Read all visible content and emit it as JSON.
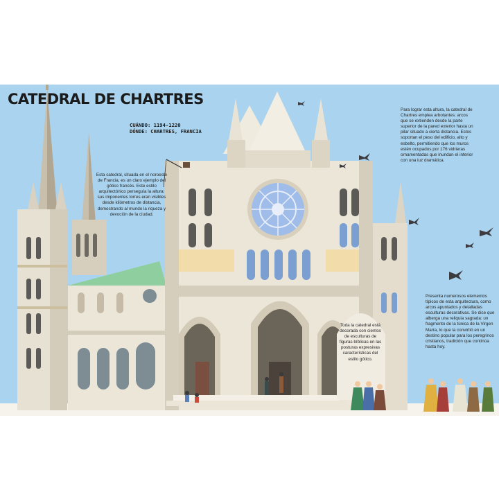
{
  "page": {
    "title": "CATEDRAL DE CHARTRES",
    "when_label": "CUÁNDO: 1194-1220",
    "where_label": "DÓNDE: CHARTRES, FRANCIA",
    "paragraphs": {
      "intro": "Esta catedral, situada en el noroeste de Francia, es un claro ejemplo del gótico francés. Este estilo arquitectónico perseguía la altura: sus imponentes torres eran visibles desde kilómetros de distancia, demostrando al mundo la riqueza y devoción de la ciudad.",
      "height": "Para lograr esta altura, la catedral de Chartres emplea arbotantes: arcos que se extienden desde la parte superior de la pared exterior hasta un pilar situado a cierta distancia. Estos soportan el peso del edificio, alto y esbelto, permitiendo que los muros estén ocupados por 176 vidrieras ornamentadas que inundan el interior con una luz dramática.",
      "elements": "Presenta numerosos elementos típicos de esta arquitectura, como arcos apuntados y detalladas esculturas decorativas. Se dice que alberga una reliquia sagrada: un fragmento de la túnica de la Virgen María, lo que la convirtió en un destino popular para los peregrinos cristianos, tradición que continúa hasta hoy.",
      "sculptures": "Toda la catedral está decorada con cientos de esculturas de figuras bíblicas en las posturas expresivas características del estilo gótico."
    }
  },
  "colors": {
    "sky": "#a9d3ee",
    "stone": "#e9e3d6",
    "stone_shadow": "#cfc6b4",
    "roof": "#8fcf9f",
    "rose_window": "#9fbde8",
    "portal_dark": "#6b6458",
    "text": "#262626"
  },
  "icons": {
    "birds": "bird-icon",
    "pilgrims": "pilgrim-figure"
  }
}
